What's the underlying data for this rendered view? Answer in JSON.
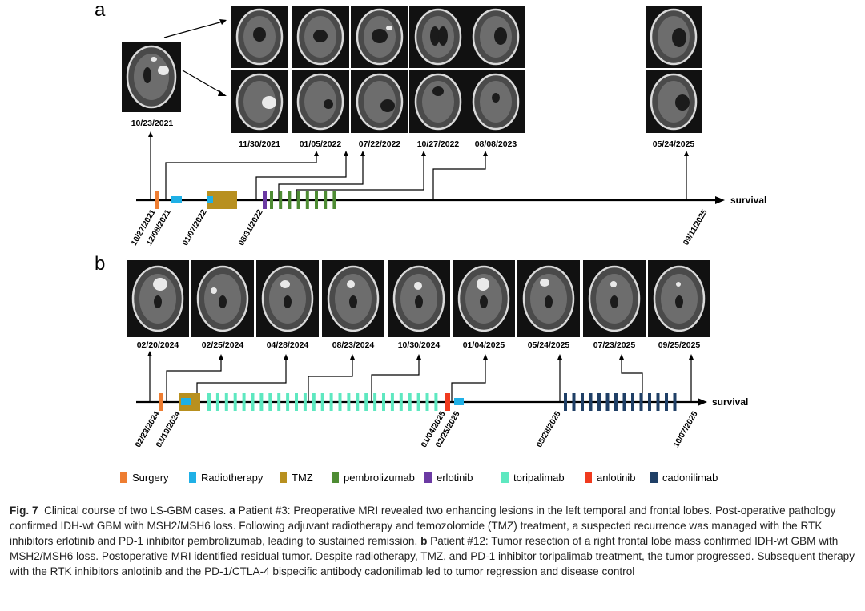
{
  "panel_a": {
    "letter": "a",
    "preop_date": "10/23/2021",
    "scan_dates": [
      "11/30/2021",
      "01/05/2022",
      "07/22/2022",
      "10/27/2022",
      "08/08/2023",
      "05/24/2025"
    ],
    "timeline_dates": [
      "10/27/2021",
      "12/08/2021",
      "01/07/2022",
      "08/31/2022",
      "09/11/2025"
    ],
    "survival_label": "survival"
  },
  "panel_b": {
    "letter": "b",
    "scan_dates": [
      "02/20/2024",
      "02/25/2024",
      "04/28/2024",
      "08/23/2024",
      "10/30/2024",
      "01/04/2025",
      "05/24/2025",
      "07/23/2025",
      "09/25/2025"
    ],
    "timeline_dates": [
      "02/23/2024",
      "03/19/2024",
      "01/04/2025",
      "02/25/2025",
      "05/28/2025",
      "10/07/2025"
    ],
    "survival_label": "survival"
  },
  "legend": [
    {
      "label": "Surgery",
      "color": "#ee7d31"
    },
    {
      "label": "Radiotherapy",
      "color": "#1fb0e6"
    },
    {
      "label": "TMZ",
      "color": "#b8901f"
    },
    {
      "label": "pembrolizumab",
      "color": "#4e8c33"
    },
    {
      "label": "erlotinib",
      "color": "#6b3aa3"
    },
    {
      "label": "toripalimab",
      "color": "#5ee8c0"
    },
    {
      "label": "anlotinib",
      "color": "#f03a1e"
    },
    {
      "label": "cadonilimab",
      "color": "#1f3f66"
    }
  ],
  "caption": {
    "fig_label": "Fig. 7",
    "title": "Clinical course of two LS-GBM cases.",
    "a_label": "a",
    "a_text": "Patient #3: Preoperative MRI revealed two enhancing lesions in the left temporal and frontal lobes. Post-operative pathology confirmed IDH-wt GBM with MSH2/MSH6 loss. Following adjuvant radiotherapy and temozolomide (TMZ) treatment, a suspected recurrence was managed with the RTK inhibitors erlotinib and PD-1 inhibitor pembrolizumab, leading to sustained remission.",
    "b_label": "b",
    "b_text": "Patient #12: Tumor resection of a right frontal lobe mass confirmed IDH-wt GBM with MSH2/MSH6 loss. Postoperative MRI identified residual tumor. Despite radiotherapy, TMZ, and PD-1 inhibitor toripalimab treatment, the tumor progressed. Subsequent therapy with the RTK inhibitors anlotinib and the PD-1/CTLA-4 bispecific antibody cadonilimab led to tumor regression and disease control"
  }
}
